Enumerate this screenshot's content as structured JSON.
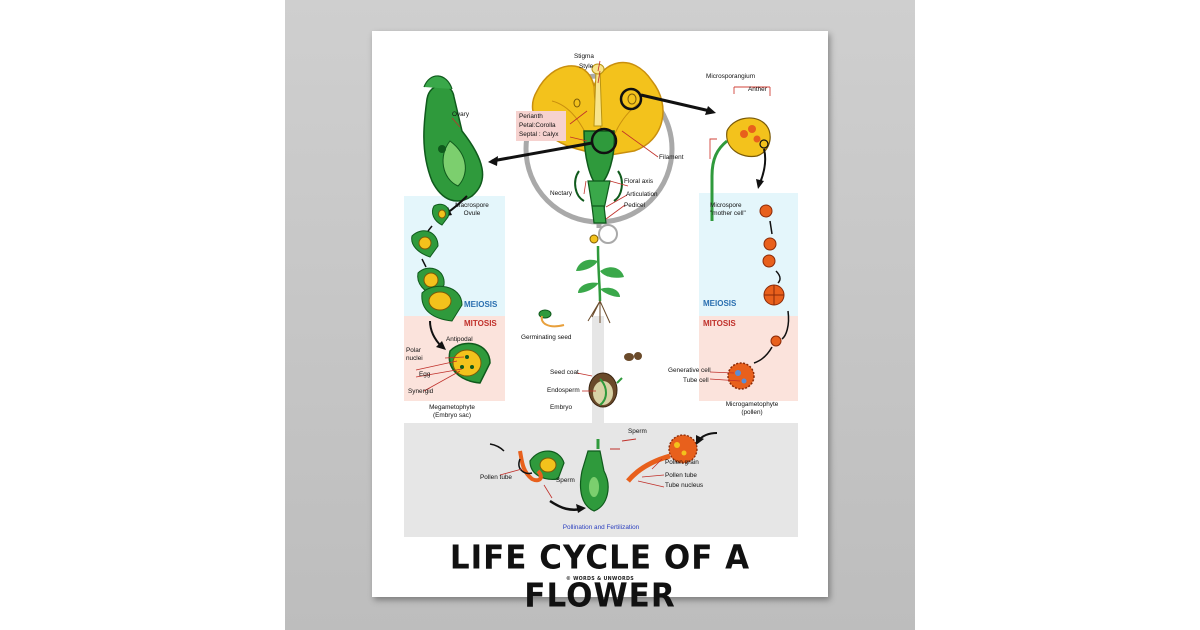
{
  "title": "LIFE CYCLE OF A FLOWER",
  "credit": "© WORDS & UNWORDS",
  "flower_parts": {
    "stigma": "Stigma",
    "style": "Style",
    "perianth": "Perianth",
    "petal": "Petal:Corolla",
    "sepal": "Septal : Calyx",
    "filament": "Filament",
    "floral_axis": "Floral axis",
    "articulation": "Articulation",
    "nectary": "Nectary",
    "pedicel": "Pedicel",
    "ovary": "Ovary",
    "microsporangium": "Microsporangium",
    "anther": "Anther"
  },
  "female_side": {
    "macrospore": "Macrospore",
    "ovule": "Ovule",
    "polar_nuclei_1": "Polar",
    "polar_nuclei_2": "nuclei",
    "antipodal": "Antipodal",
    "egg": "Egg",
    "synergid": "Synergid",
    "megametophyte_1": "Megametophyte",
    "megametophyte_2": "(Embryo sac)"
  },
  "male_side": {
    "microspore_1": "Microspore",
    "microspore_2": "\"mother cell\"",
    "generative_cell": "Generative cell",
    "tube_cell": "Tube cell",
    "microgametophyte_1": "Microgametophyte",
    "microgametophyte_2": "(pollen)"
  },
  "stages": {
    "meiosis_left": "MEIOSIS",
    "mitosis_left": "MITOSIS",
    "meiosis_right": "MEIOSIS",
    "mitosis_right": "MITOSIS"
  },
  "seed": {
    "germinating": "Germinating seed",
    "seed_coat": "Seed coat",
    "endosperm": "Endosperm",
    "embryo": "Embryo"
  },
  "fertilization": {
    "pollen_tube_left": "Pollen tube",
    "sperm_left": "Sperm",
    "sperm_right": "Sperm",
    "pollen_grain": "Pollen grain",
    "pollen_tube_right": "Pollen tube",
    "tube_nucleus": "Tube nucleus",
    "caption": "Pollination and Fertilization"
  },
  "colors": {
    "meiosis_band": "#e4f6fb",
    "mitosis_band": "#fbe3dc",
    "fertilization_band": "#e6e6e6",
    "meiosis_text": "#2a6fb0",
    "mitosis_text": "#c0302a",
    "caption_text": "#2b3fbf",
    "plant_green": "#2f9a3c",
    "petal_yellow": "#f3c21c",
    "pollen_orange": "#e8601c"
  }
}
